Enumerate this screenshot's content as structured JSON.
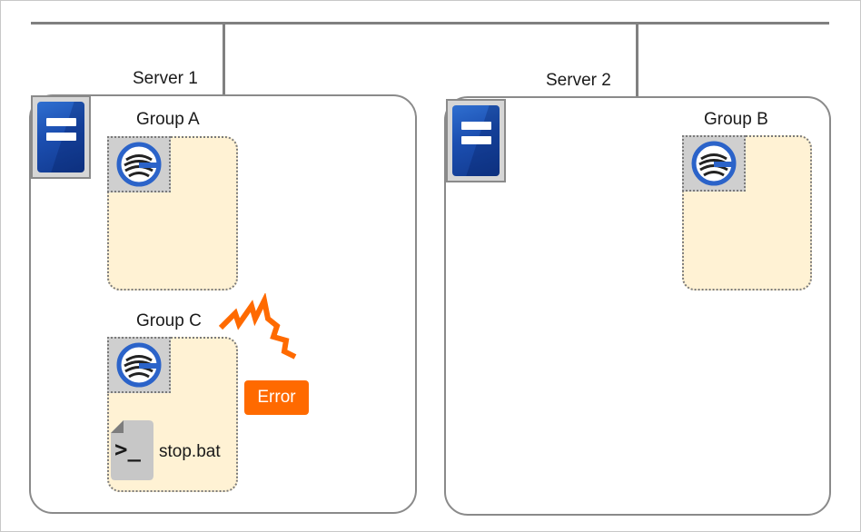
{
  "servers": [
    {
      "label": "Server 1"
    },
    {
      "label": "Server 2"
    }
  ],
  "groups": [
    {
      "label": "Group A"
    },
    {
      "label": "Group B"
    },
    {
      "label": "Group C"
    }
  ],
  "error": {
    "label": "Error"
  },
  "script": {
    "label": "stop.bat",
    "glyph": ">_"
  },
  "colors": {
    "line": "#808080",
    "group_fill": "#fff2d4",
    "error": "#ff6a00",
    "server_icon": "#1b4eb0"
  }
}
